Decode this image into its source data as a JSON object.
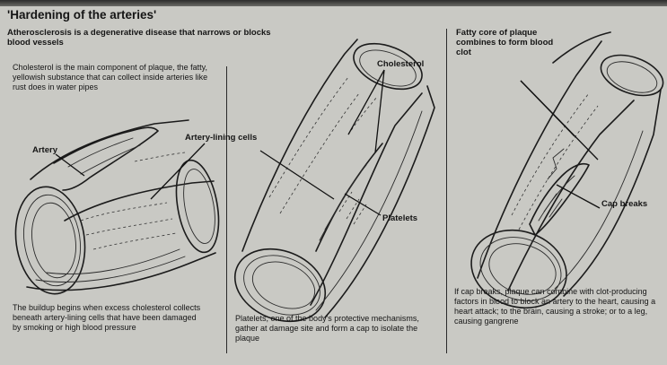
{
  "header": {
    "title": "'Hardening of the arteries'",
    "subtitle": "Atherosclerosis is a degenerative disease that narrows or blocks blood vessels"
  },
  "panel_1": {
    "intro": "Cholesterol is the main component of plaque, the fatty, yellowish substance that can collect inside arteries like rust does in water pipes",
    "label_artery": "Artery",
    "label_lining": "Artery-lining cells",
    "caption": "The buildup begins when excess cholesterol collects beneath artery-lining cells that have been damaged by smoking or high blood pressure"
  },
  "panel_2": {
    "label_cholesterol": "Cholesterol",
    "label_platelets": "Platelets",
    "caption": "Platelets, one of the body's protective mechanisms, gather at damage site and form a cap to isolate the plaque"
  },
  "panel_3": {
    "label_fatty_core": "Fatty core of plaque combines to form blood clot",
    "label_cap_breaks": "Cap breaks",
    "caption": "If cap breaks, plaque can combine with clot-producing factors in blood to block an artery to the heart, causing a heart attack; to the brain, causing a stroke; or to a leg, causing gangrene"
  }
}
